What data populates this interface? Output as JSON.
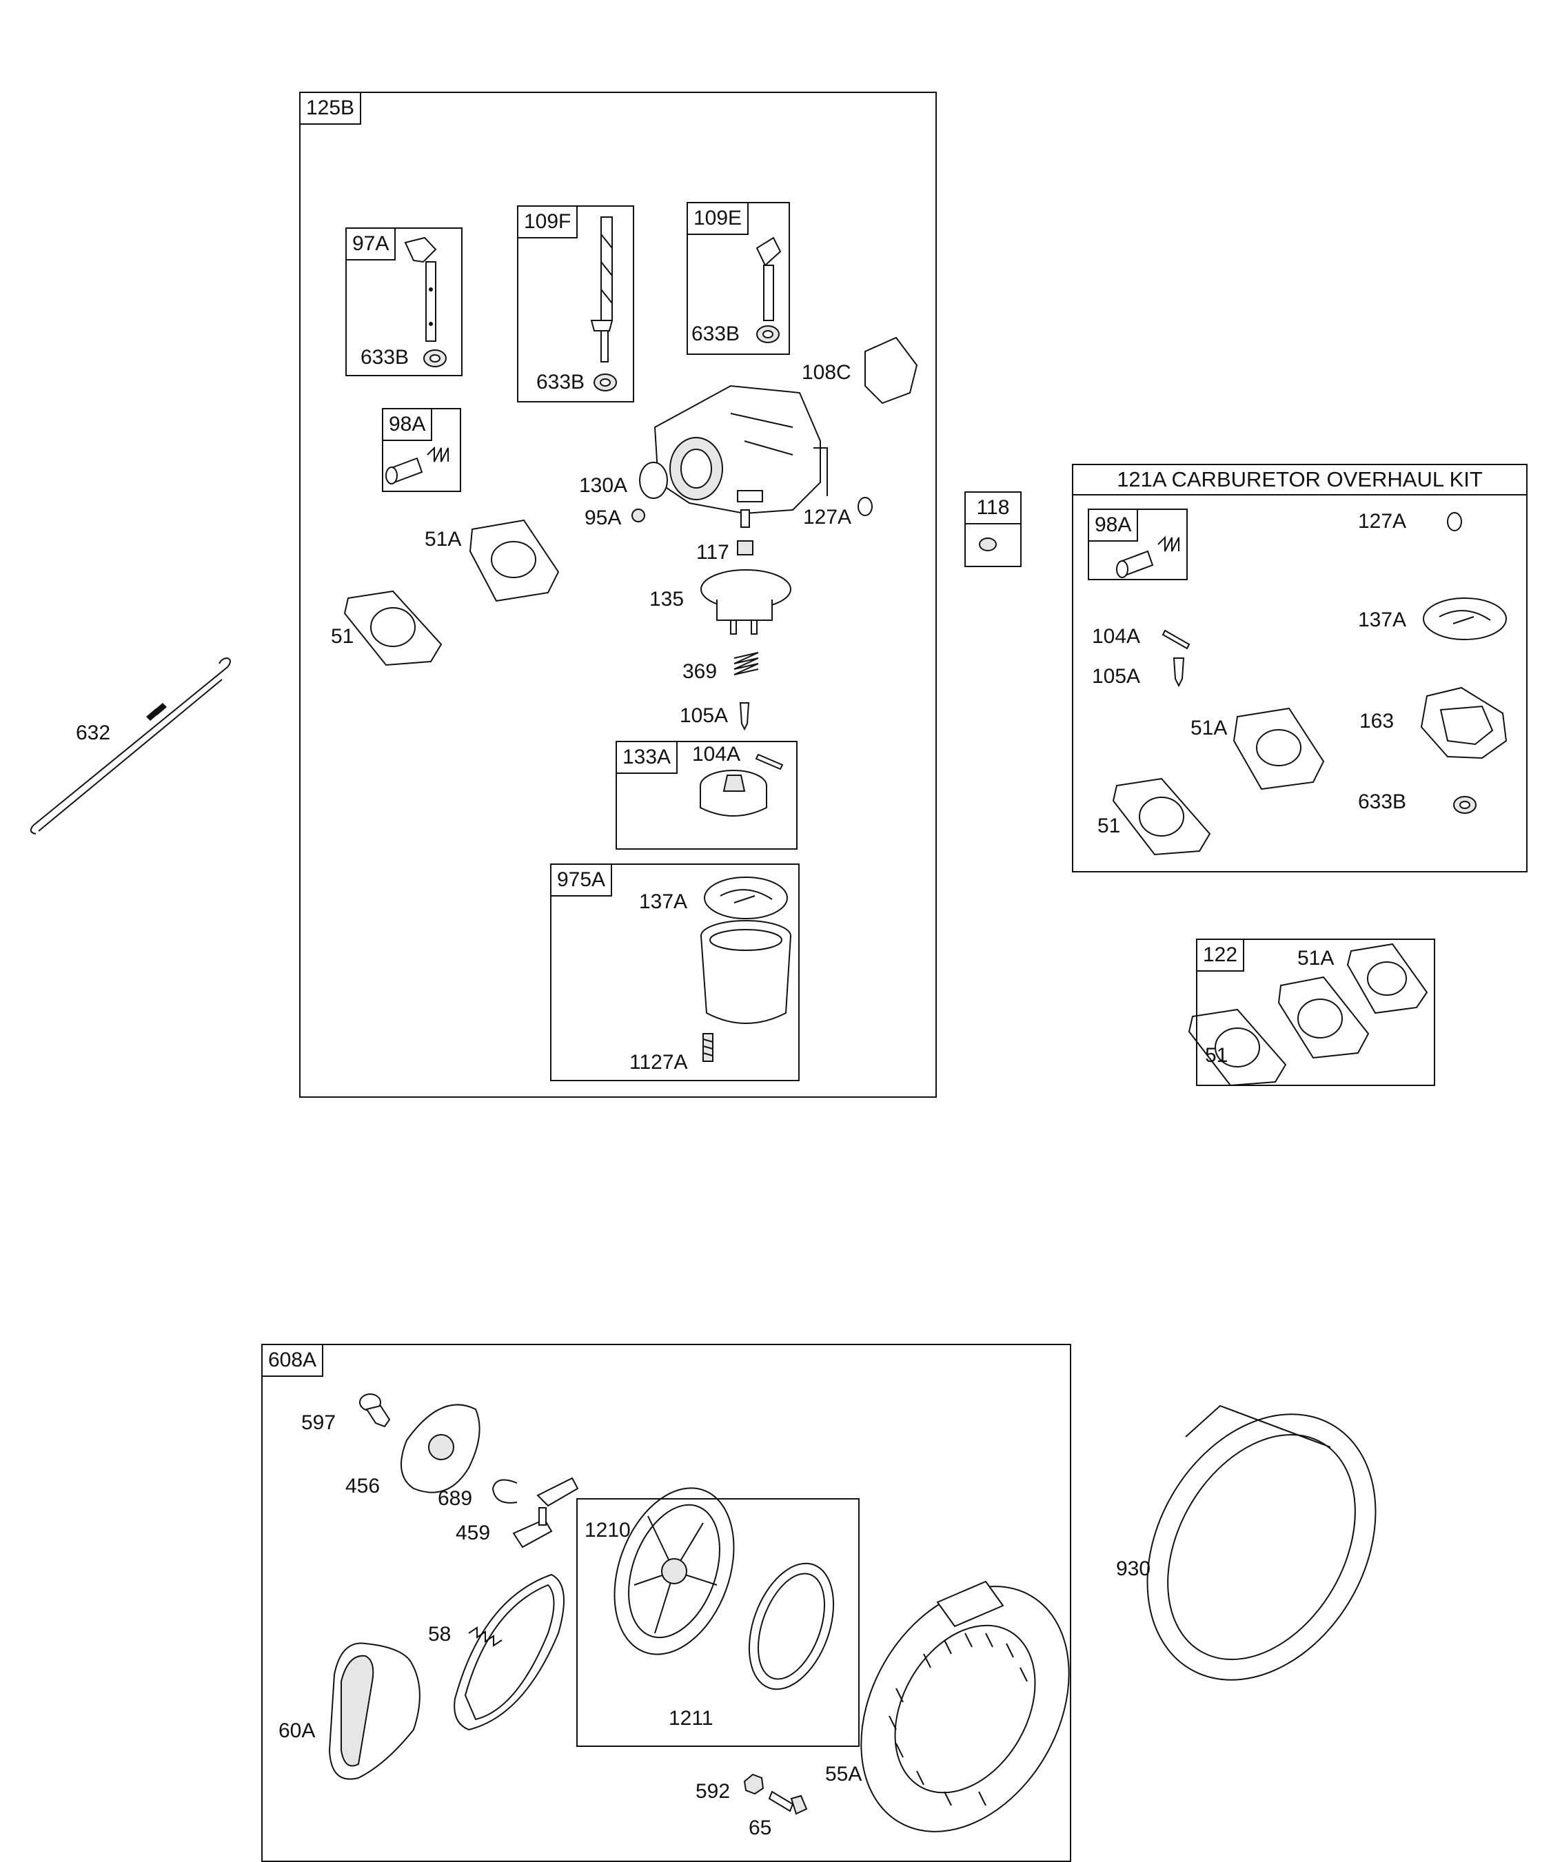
{
  "kit_125b": {
    "tag": "125B",
    "sub_97a": {
      "tag": "97A",
      "washer": "633B"
    },
    "sub_109f": {
      "tag": "109F",
      "washer": "633B"
    },
    "sub_109e": {
      "tag": "109E",
      "washer": "633B"
    },
    "sub_98a": {
      "tag": "98A"
    },
    "sub_133a": {
      "tag": "133A",
      "pin": "104A"
    },
    "sub_975a": {
      "tag": "975A",
      "gasket": "137A",
      "screw": "1127A"
    },
    "labels": {
      "l108c": "108C",
      "l130a": "130A",
      "l95a": "95A",
      "l127a": "127A",
      "l117": "117",
      "l135": "135",
      "l369": "369",
      "l105a": "105A",
      "l51a": "51A",
      "l51": "51"
    }
  },
  "part_632": "632",
  "part_118": {
    "tag": "118"
  },
  "kit_121a": {
    "title": "121A CARBURETOR OVERHAUL KIT",
    "sub_98a": {
      "tag": "98A"
    },
    "labels": {
      "l127a": "127A",
      "l137a": "137A",
      "l104a": "104A",
      "l105a": "105A",
      "l51a": "51A",
      "l163": "163",
      "l51": "51",
      "l633b": "633B"
    }
  },
  "kit_122": {
    "tag": "122",
    "l51a": "51A",
    "l51": "51"
  },
  "kit_608a": {
    "tag": "608A",
    "labels": {
      "l597": "597",
      "l456": "456",
      "l689": "689",
      "l459": "459",
      "l58": "58",
      "l60a": "60A",
      "l592": "592",
      "l65": "65",
      "l55a": "55A"
    },
    "sub_1210": {
      "l1210": "1210",
      "l1211": "1211"
    }
  },
  "part_930": "930"
}
